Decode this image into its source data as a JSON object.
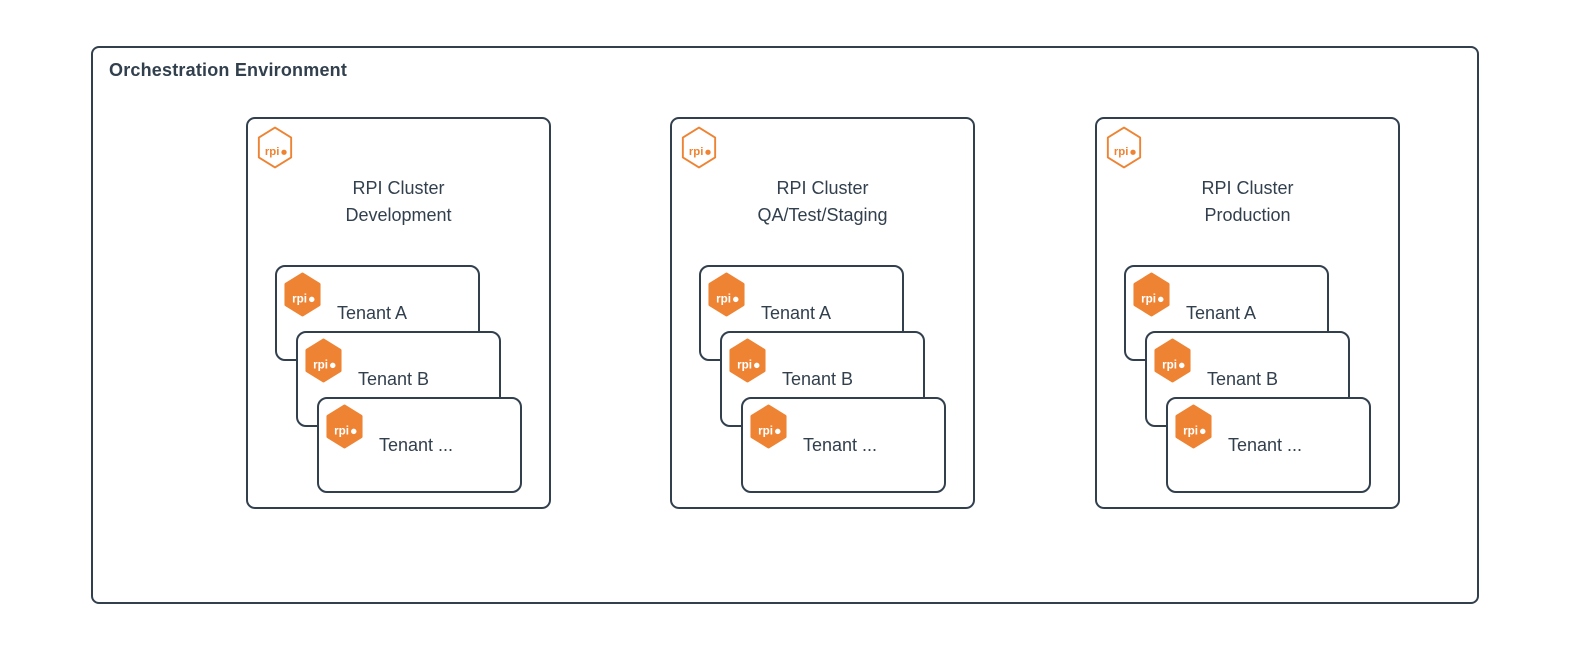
{
  "diagram": {
    "title": "Orchestration Environment"
  },
  "icon": {
    "name": "rpi-hexagon-icon",
    "rpi_label": "rpi"
  },
  "colors": {
    "accent_orange": "#EE8433",
    "dark_slate": "#32404E",
    "background": "#FFFFFF"
  },
  "clusters": [
    {
      "title_line1": "RPI Cluster",
      "title_line2": "Development",
      "tenants": [
        {
          "label": "Tenant A"
        },
        {
          "label": "Tenant B"
        },
        {
          "label": "Tenant ..."
        }
      ]
    },
    {
      "title_line1": "RPI Cluster",
      "title_line2": "QA/Test/Staging",
      "tenants": [
        {
          "label": "Tenant A"
        },
        {
          "label": "Tenant B"
        },
        {
          "label": "Tenant ..."
        }
      ]
    },
    {
      "title_line1": "RPI Cluster",
      "title_line2": "Production",
      "tenants": [
        {
          "label": "Tenant A"
        },
        {
          "label": "Tenant B"
        },
        {
          "label": "Tenant ..."
        }
      ]
    }
  ]
}
